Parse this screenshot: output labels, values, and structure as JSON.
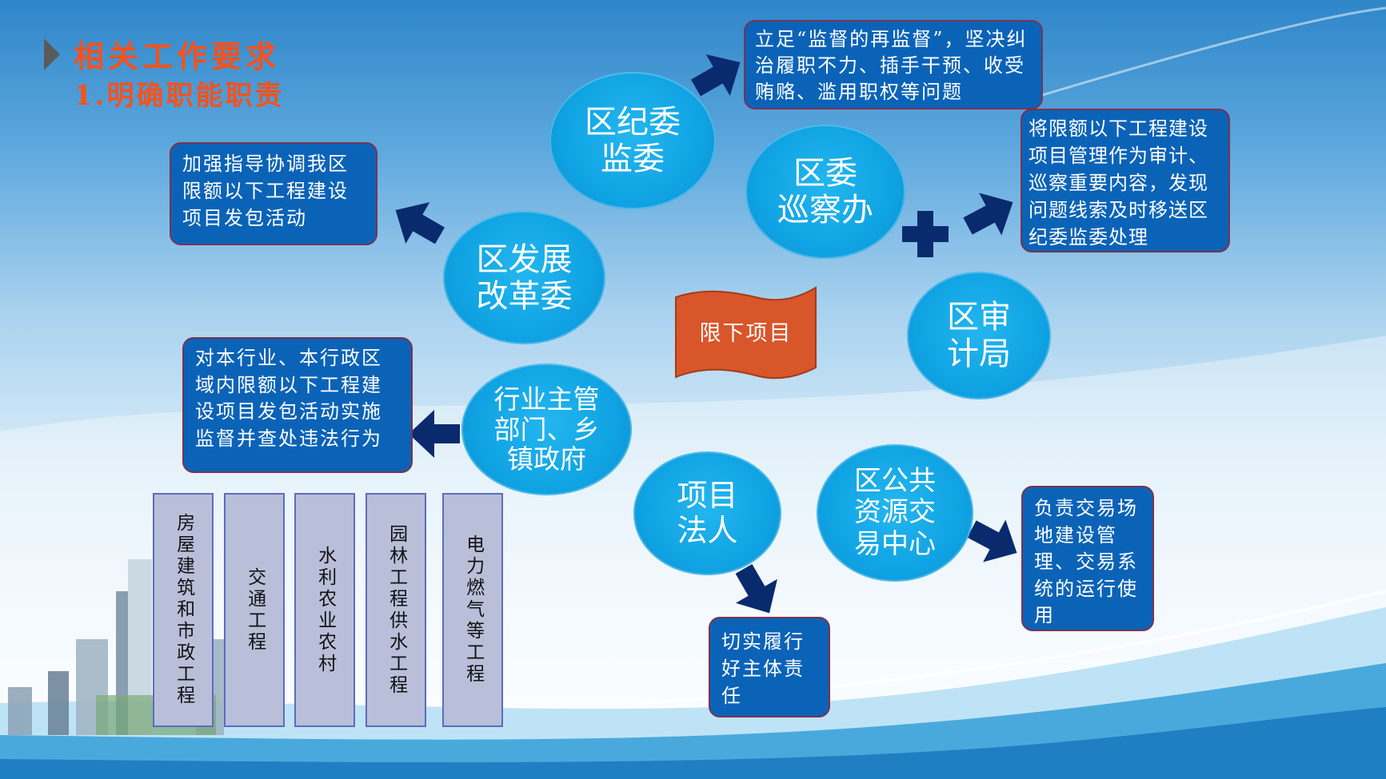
{
  "header": {
    "title": "相关工作要求",
    "subtitle": "1.明确职能职责"
  },
  "center_banner": "限下项目",
  "nodes": {
    "jiwei": "区纪委\n监委",
    "xunchaban": "区委\n巡察办",
    "shenjiju": "区审\n计局",
    "fagaiwei": "区发展\n改革委",
    "hangye": "行业主管\n部门、乡\n镇政府",
    "xiangmufaren": "项目\n法人",
    "jiaoyi": "区公共\n资源交\n易中心"
  },
  "descriptions": {
    "jiwei": "立足“监督的再监督”，坚决纠治履职不力、插手干预、收受贿赂、滥用职权等问题",
    "xuncha_shenji": "将限额以下工程建设项目管理作为审计、巡察重要内容，发现问题线索及时移送区纪委监委处理",
    "fagaiwei": "加强指导协调我区限额以下工程建设项目发包活动",
    "hangye": "对本行业、本行政区域内限额以下工程建设项目发包活动实施监督并查处违法行为",
    "xiangmufaren": "切实履行好主体责任",
    "jiaoyi": "负责交易场地建设管理、交易系统的运行使用"
  },
  "categories": [
    "房屋建筑和市政工程",
    "交通工程",
    "水利农业农村",
    "园林工程供水工程",
    "电力燃气等工程"
  ],
  "colors": {
    "circle": "#13a6e6",
    "box": "#0b63b8",
    "arrow": "#0a2a6e",
    "title": "#f4521e",
    "banner": "#d9552a"
  }
}
